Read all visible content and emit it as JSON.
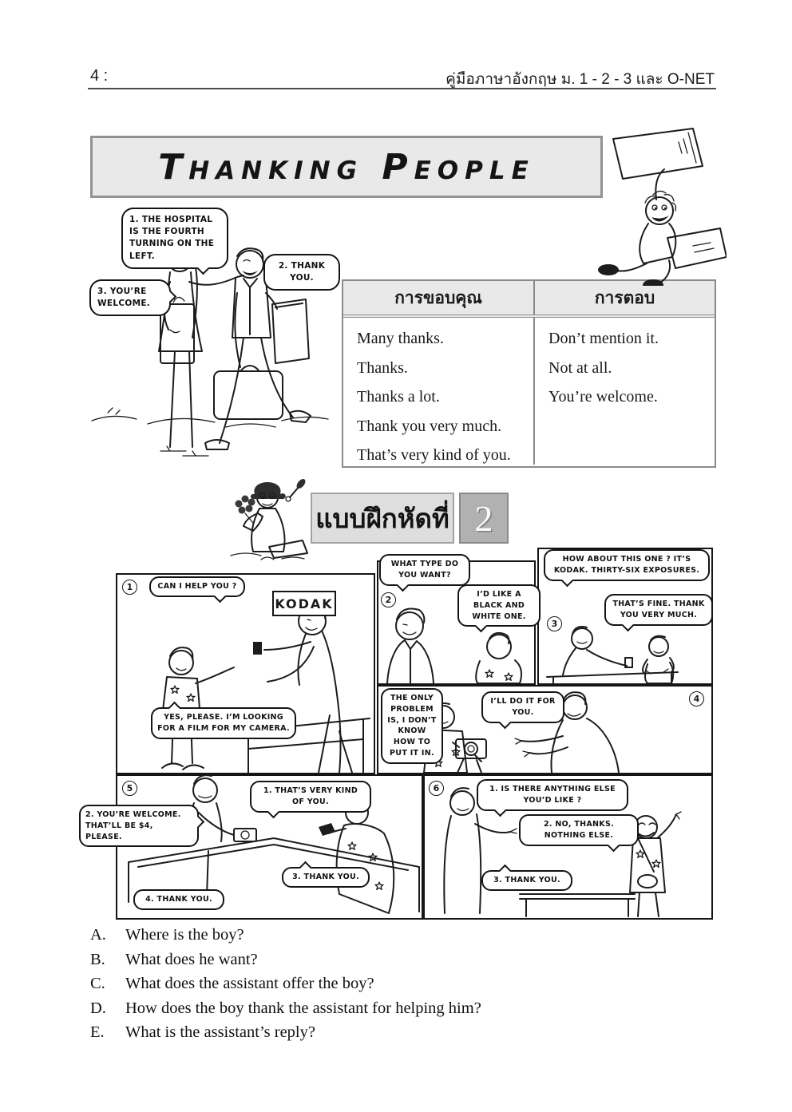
{
  "header": {
    "page_number": "4 :",
    "book_title": "คู่มือภาษาอังกฤษ ม. 1 - 2 - 3 และ O-NET"
  },
  "title_banner": {
    "title": "Thanking People"
  },
  "intro": {
    "bubbles": [
      "1. THE HOSPITAL IS THE FOURTH TURNING ON THE LEFT.",
      "2. THANK YOU.",
      "3. YOU’RE WELCOME."
    ]
  },
  "phrase_table": {
    "headers": [
      "การขอบคุณ",
      "การตอบ"
    ],
    "thanking": [
      "Many thanks.",
      "Thanks.",
      "Thanks a lot.",
      "Thank you very much.",
      "That’s very kind of you."
    ],
    "responses": [
      "Don’t mention it.",
      "Not at all.",
      "You’re welcome."
    ]
  },
  "exercise_banner": {
    "label": "แบบฝึกหัดที่",
    "number": "2"
  },
  "comic": {
    "shop_sign": "KODAK",
    "panels": [
      {
        "marker": "1",
        "bubbles": [
          "CAN I HELP YOU ?",
          "YES, PLEASE. I’M LOOKING FOR A FILM FOR MY CAMERA."
        ]
      },
      {
        "marker": "2",
        "bubbles": [
          "WHAT TYPE DO YOU WANT?",
          "I’D LIKE A BLACK AND WHITE ONE."
        ]
      },
      {
        "marker": "3",
        "bubbles": [
          "HOW ABOUT THIS ONE ? IT’S KODAK. THIRTY-SIX EXPOSURES.",
          "THAT’S FINE. THANK YOU VERY MUCH."
        ]
      },
      {
        "marker": "4",
        "bubbles": [
          "THE ONLY PROBLEM IS, I DON’T KNOW HOW TO PUT IT IN.",
          "I’LL DO IT FOR YOU."
        ]
      },
      {
        "marker": "5",
        "bubbles": [
          "1. THAT’S VERY KIND OF YOU.",
          "2. YOU’RE WELCOME. THAT’LL BE $4, PLEASE.",
          "3. THANK YOU.",
          "4. THANK YOU."
        ]
      },
      {
        "marker": "6",
        "bubbles": [
          "1. IS THERE ANYTHING ELSE YOU’D LIKE ?",
          "2. NO, THANKS. NOTHING ELSE.",
          "3. THANK YOU."
        ]
      }
    ]
  },
  "questions": [
    {
      "letter": "A.",
      "text": "Where is the boy?"
    },
    {
      "letter": "B.",
      "text": "What does he want?"
    },
    {
      "letter": "C.",
      "text": "What does the assistant offer the boy?"
    },
    {
      "letter": "D.",
      "text": "How does the boy thank the assistant for helping him?"
    },
    {
      "letter": "E.",
      "text": "What is the assistant’s reply?"
    }
  ]
}
